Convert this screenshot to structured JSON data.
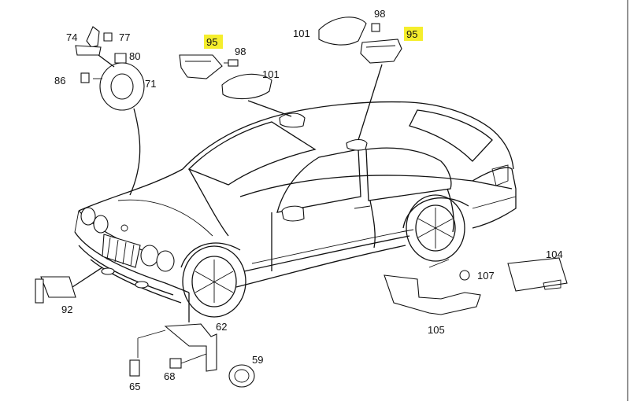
{
  "colors": {
    "highlight": "#f5ee2d",
    "ink": "#111111",
    "background": "#ffffff"
  },
  "labels": {
    "l74": "74",
    "l77": "77",
    "l80": "80",
    "l86": "86",
    "l71": "71",
    "l95a": "95",
    "l98a": "98",
    "l101a": "101",
    "l101b": "101",
    "l98b": "98",
    "l95b": "95",
    "l92": "92",
    "l62": "62",
    "l65": "65",
    "l68": "68",
    "l59": "59",
    "l104": "104",
    "l107": "107",
    "l105": "105"
  }
}
